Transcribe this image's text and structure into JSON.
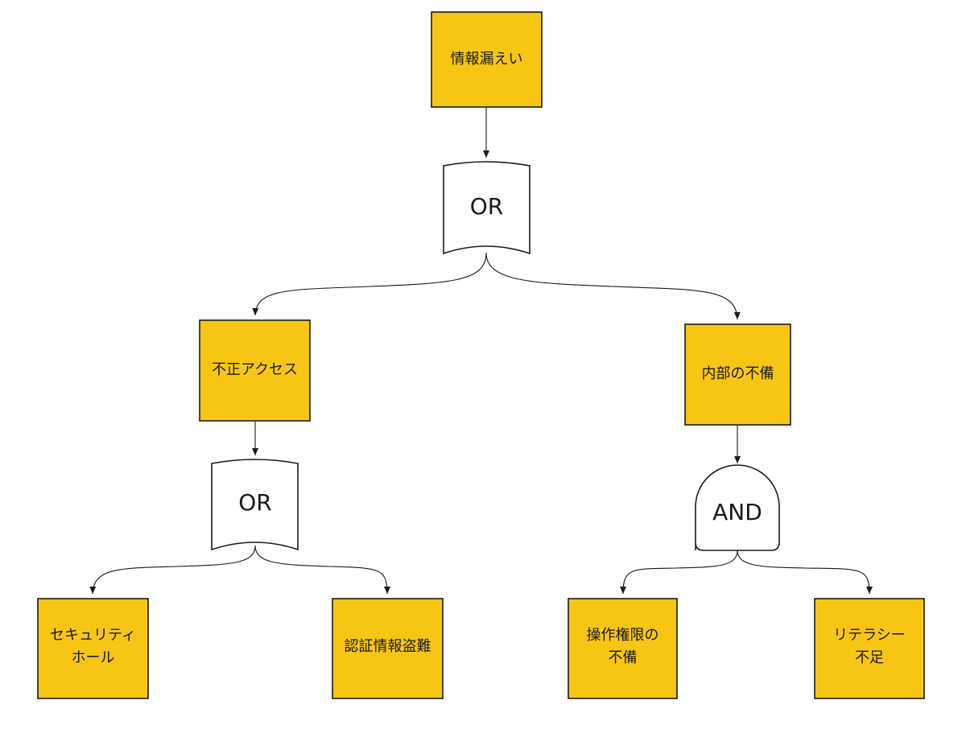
{
  "colors": {
    "event_fill": "#f7c614",
    "gate_fill": "#ffffff",
    "stroke": "#1a1a1a"
  },
  "events": {
    "top": "情報漏えい",
    "unauthorized_access": "不正アクセス",
    "internal_deficiency": "内部の不備",
    "security_hole_1": "セキュリティ",
    "security_hole_2": "ホール",
    "credential_theft": "認証情報盗難",
    "permission_1": "操作権限の",
    "permission_2": "不備",
    "literacy_1": "リテラシー",
    "literacy_2": "不足"
  },
  "gates": {
    "top_or": "OR",
    "left_or": "OR",
    "right_and": "AND"
  }
}
